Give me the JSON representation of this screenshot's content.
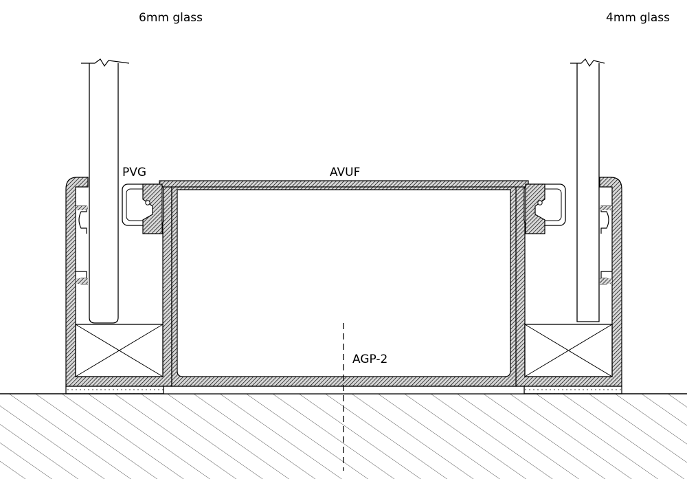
{
  "labels": {
    "left_glass": "6mm glass",
    "right_glass": "4mm glass",
    "gasket": "PVG",
    "cover": "AVUF",
    "profile": "AGP-2"
  },
  "colors": {
    "line": "#000000",
    "hatch": "#333333",
    "background": "#ffffff"
  }
}
